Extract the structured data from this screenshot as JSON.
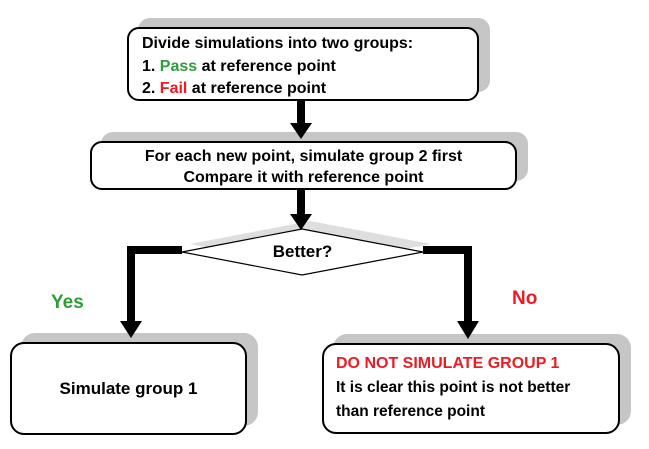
{
  "colors": {
    "pass": "#2e9e3a",
    "fail": "#ed1c24",
    "box_shadow": "#c6c6c6",
    "diamond_shadow": "#dedede"
  },
  "steps": {
    "divide": {
      "title": "Divide simulations into two groups:",
      "items": [
        {
          "prefix": "1. ",
          "word": "Pass",
          "rest": " at reference point"
        },
        {
          "prefix": "2. ",
          "word": "Fail",
          "rest": " at reference point"
        }
      ]
    },
    "simulate_group2": {
      "line1": "For each new point, simulate group 2 first",
      "line2": "Compare it with reference point"
    },
    "decision": {
      "label": "Better?"
    },
    "yes_branch": {
      "label": "Yes"
    },
    "no_branch": {
      "label": "No"
    },
    "simulate_group1": {
      "text": "Simulate group 1"
    },
    "do_not_simulate": {
      "heading": "DO NOT SIMULATE GROUP 1",
      "line1": "It is clear this point is not better",
      "line2": "than reference point"
    }
  }
}
